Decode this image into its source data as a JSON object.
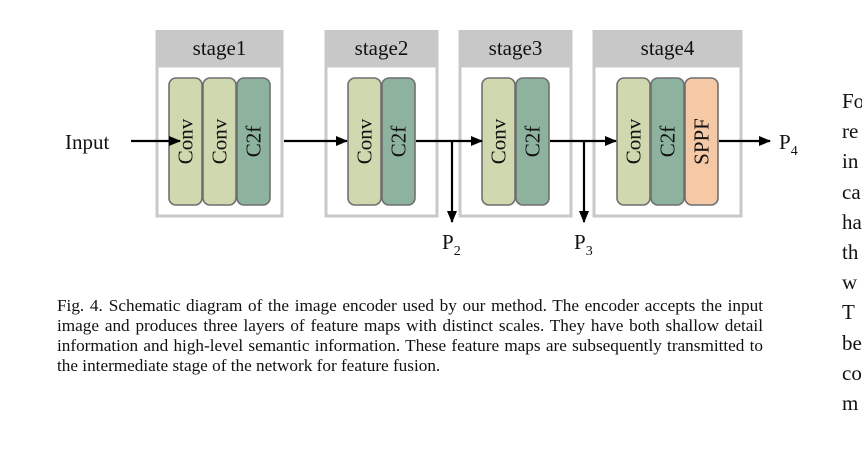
{
  "diagram": {
    "input_label": "Input",
    "stages": [
      {
        "title": "stage1",
        "blocks": [
          {
            "label": "Conv",
            "kind": "conv"
          },
          {
            "label": "Conv",
            "kind": "conv"
          },
          {
            "label": "C2f",
            "kind": "c2f"
          }
        ]
      },
      {
        "title": "stage2",
        "blocks": [
          {
            "label": "Conv",
            "kind": "conv"
          },
          {
            "label": "C2f",
            "kind": "c2f"
          }
        ]
      },
      {
        "title": "stage3",
        "blocks": [
          {
            "label": "Conv",
            "kind": "conv"
          },
          {
            "label": "C2f",
            "kind": "c2f"
          }
        ]
      },
      {
        "title": "stage4",
        "blocks": [
          {
            "label": "Conv",
            "kind": "conv"
          },
          {
            "label": "C2f",
            "kind": "c2f"
          },
          {
            "label": "SPPF",
            "kind": "sppf"
          }
        ]
      }
    ],
    "outputs": [
      {
        "main": "P",
        "sub": "2"
      },
      {
        "main": "P",
        "sub": "3"
      },
      {
        "main": "P",
        "sub": "4"
      }
    ],
    "colors": {
      "conv": "#cfd8ae",
      "c2f": "#8db39f",
      "sppf": "#f6c9a6",
      "stage_header": "#c8c8c8",
      "stage_border": "#c8c8c8",
      "block_border": "#6f6f6f"
    }
  },
  "caption": {
    "label": "Fig. 4.",
    "text": "Schematic diagram of the image encoder used by our method. The encoder accepts the input image and produces three layers of feature maps with distinct scales. They have both shallow detail information and high-level semantic information. These feature maps are subsequently transmitted to the intermediate stage of the network for feature fusion."
  },
  "right_column_fragments": [
    "Fo",
    "re",
    "in",
    "ca",
    "ha",
    "th",
    "w",
    "T",
    "be",
    "co",
    "m"
  ]
}
